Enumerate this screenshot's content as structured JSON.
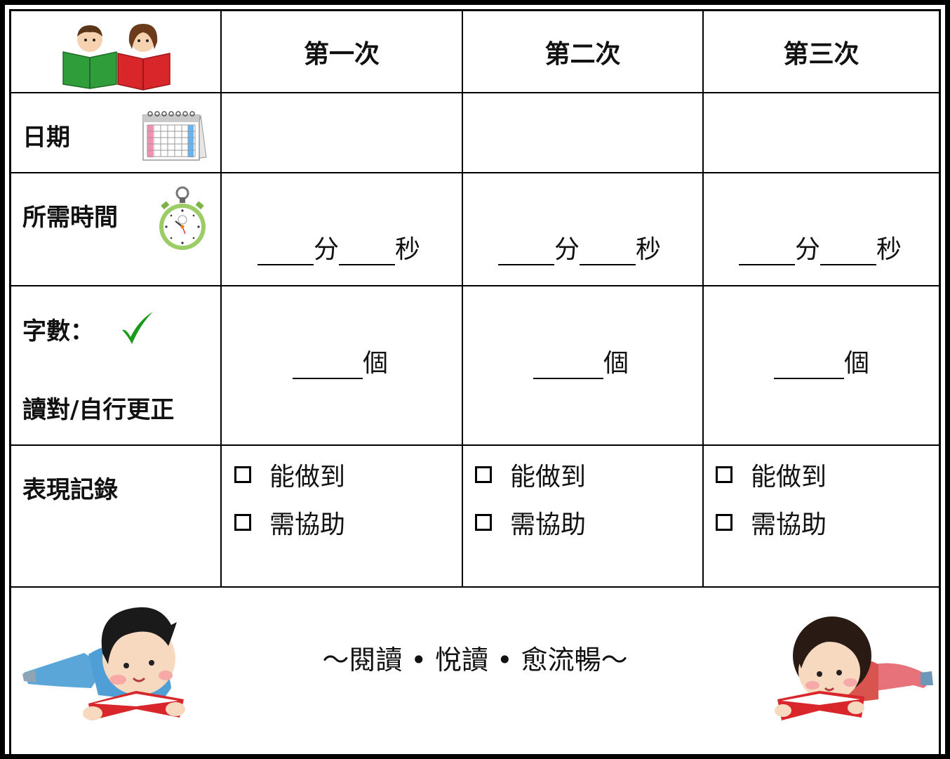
{
  "header": {
    "columns": [
      "第一次",
      "第二次",
      "第三次"
    ]
  },
  "rows": {
    "date": {
      "label": "日期"
    },
    "time": {
      "label": "所需時間",
      "unit_minutes": "分",
      "unit_seconds": "秒"
    },
    "count": {
      "label_line1": "字數：",
      "label_line2": "讀對/自行更正",
      "unit": "個"
    },
    "record": {
      "label": "表現記錄",
      "option_1": "能做到",
      "option_2": "需協助"
    }
  },
  "footer": {
    "motto": "～閱讀 • 悅讀 • 愈流暢～"
  },
  "icons": {
    "header_left": "children-reading-books-icon",
    "date": "calendar-icon",
    "time": "stopwatch-icon",
    "count": "check-mark-icon",
    "footer_left": "boy-reading-icon",
    "footer_right": "girl-reading-icon"
  },
  "colors": {
    "check": "#1a9a1a",
    "book_green": "#2f9e3a",
    "book_red": "#d8262b"
  }
}
